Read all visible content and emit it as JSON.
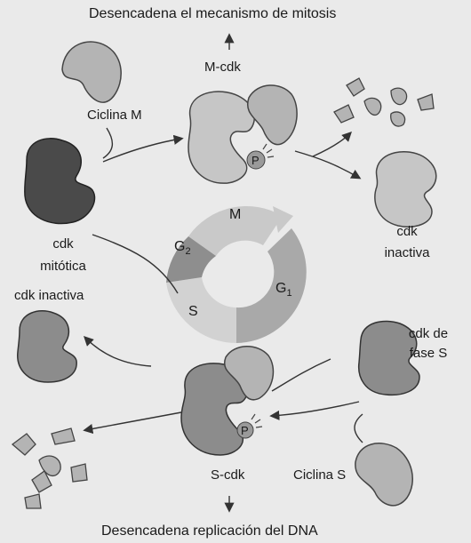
{
  "colors": {
    "background": "#eaeaea",
    "cdk_dark": "#4a4a4a",
    "cdk_medium": "#8c8c8c",
    "cdk_light": "#c6c6c6",
    "cyclin": "#b4b4b4",
    "phosphate": "#9a9a9a",
    "cycle_m": "#c9c9c9",
    "cycle_g1": "#a9a9a9",
    "cycle_s": "#d2d2d2",
    "cycle_g2": "#8e8e8e"
  },
  "top_text": "Desencadena el mecanismo de mitosis",
  "bottom_text": "Desencadena replicación del DNA",
  "labels": {
    "m_cdk": "M-cdk",
    "ciclina_m": "Ciclina M",
    "cdk_mitotica_1": "cdk",
    "cdk_mitotica_2": "mitótica",
    "cdk_inactiva_right_1": "cdk",
    "cdk_inactiva_right_2": "inactiva",
    "cdk_inactiva_left": "cdk inactiva",
    "cdk_fase_s_1": "cdk de",
    "cdk_fase_s_2": "fase S",
    "s_cdk": "S-cdk",
    "ciclina_s": "Ciclina S",
    "phosphate_top": "P",
    "phosphate_bottom": "P"
  },
  "cycle": {
    "m": "M",
    "g1_main": "G",
    "g1_sub": "1",
    "s": "S",
    "g2_main": "G",
    "g2_sub": "2"
  }
}
